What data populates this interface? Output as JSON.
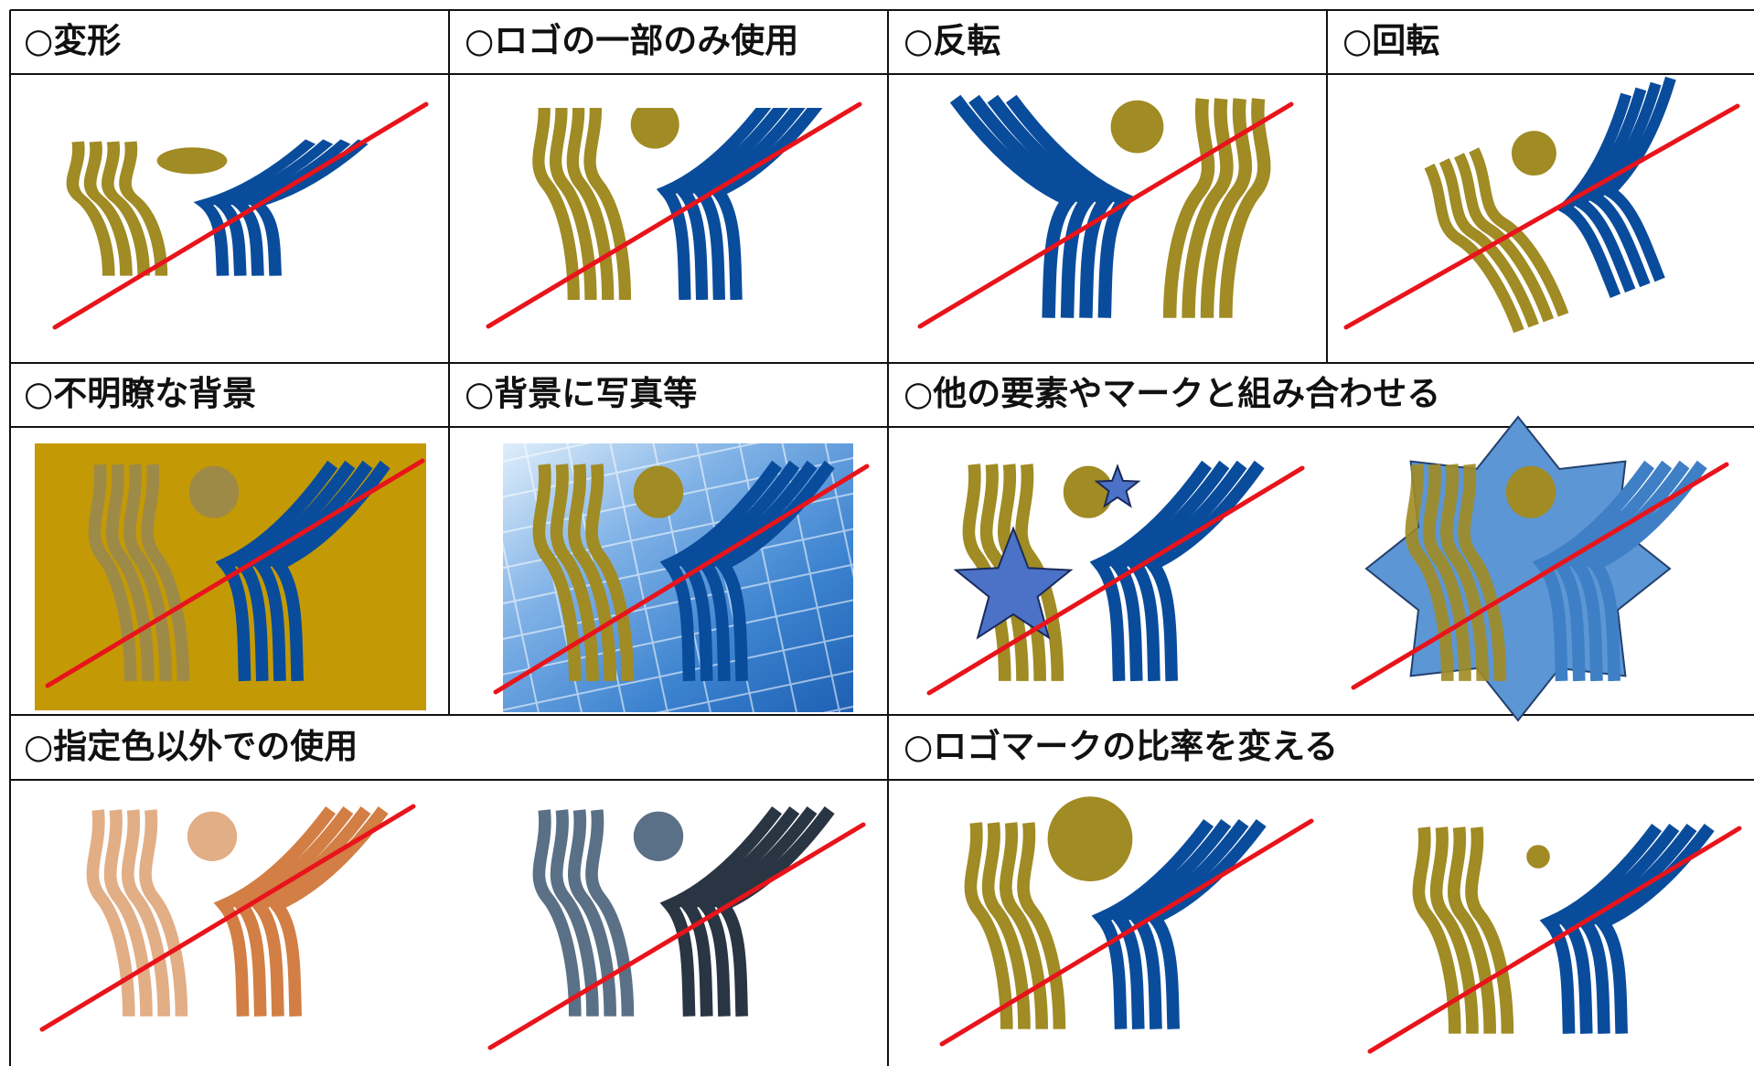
{
  "title": "",
  "colors": {
    "gold": "#A08B24",
    "blue": "#0A4C9C",
    "cross_line": "#E8141B",
    "amber_background": "#C39A05",
    "faded_gold": "#9E8A47",
    "star_fill": "#4B72C7",
    "badge_fill": "#5C96D4",
    "badge_blue": "#3F7FC6",
    "peach": "#E2AE86",
    "orange": "#D27E44",
    "slate": "#5A7087",
    "dark_slate": "#2A3543",
    "border": "#111111"
  },
  "sections": [
    {
      "id": "deform",
      "label": "○変形",
      "variant": "deform"
    },
    {
      "id": "partial",
      "label": "○ロゴの一部のみ使用",
      "variant": "partial"
    },
    {
      "id": "flip",
      "label": "○反転",
      "variant": "flip"
    },
    {
      "id": "rotate",
      "label": "○回転",
      "variant": "rotate"
    },
    {
      "id": "unclear",
      "label": "○不明瞭な背景",
      "variant": "unclear"
    },
    {
      "id": "photo",
      "label": "○背景に写真等",
      "variant": "photo"
    },
    {
      "id": "combine",
      "label": "○他の要素やマークと組み合わせる",
      "variant": "combine"
    },
    {
      "id": "color",
      "label": "○指定色以外での使用",
      "variant": "color"
    },
    {
      "id": "ratio",
      "label": "○ロゴマークの比率を変える",
      "variant": "ratio"
    }
  ]
}
